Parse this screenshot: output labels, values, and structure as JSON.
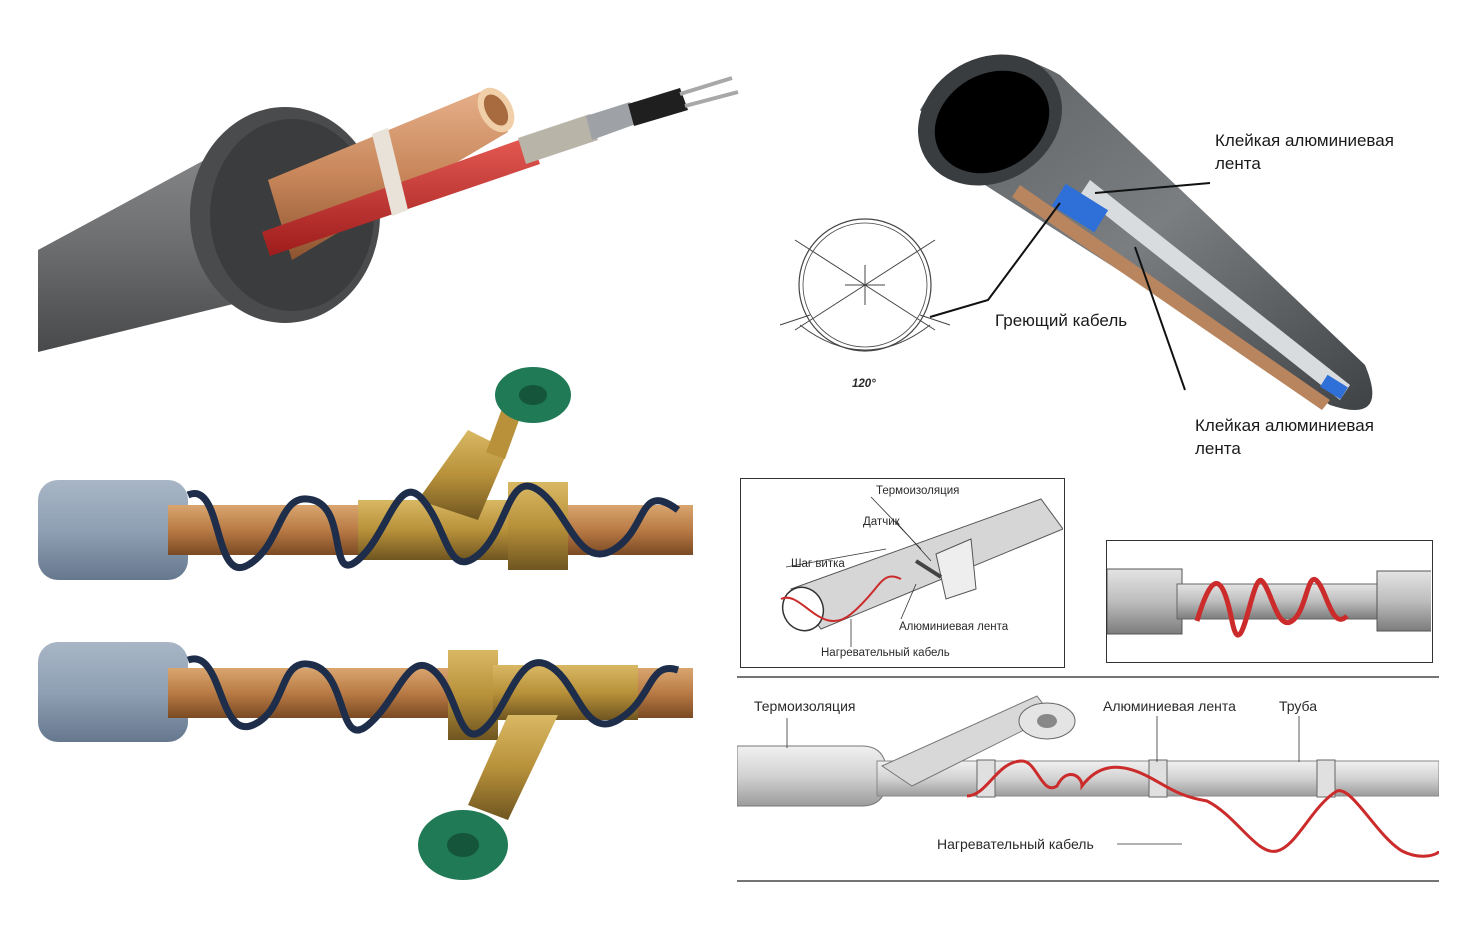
{
  "labels": {
    "adhesive_tape_top": [
      "Клейкая алюминиевая",
      "лента"
    ],
    "heating_cable": "Греющий кабель",
    "adhesive_tape_bottom": [
      "Клейкая алюминиевая",
      "лента"
    ],
    "angle": "120°",
    "insulation_small": "Термоизоляция",
    "sensor": "Датчик",
    "winding_pitch": "Шаг витка",
    "aluminum_tape_small": "Алюминиевая лента",
    "heating_cable_small": "Нагревательный кабель",
    "insulation_bottom": "Термоизоляция",
    "aluminum_tape_bottom": "Алюминиевая лента",
    "pipe": "Труба",
    "heating_cable_bottom": "Нагревательный кабель"
  },
  "colors": {
    "insulation_gray": "#6e6f71",
    "foam_gray": "#8fa0b4",
    "copper": "#c8865a",
    "heating_red": "#cc2b2b",
    "cable_navy": "#1e2d4a",
    "brass": "#b8913a",
    "valve_green": "#1f7a55",
    "tape_blue": "#2f6fd8"
  }
}
